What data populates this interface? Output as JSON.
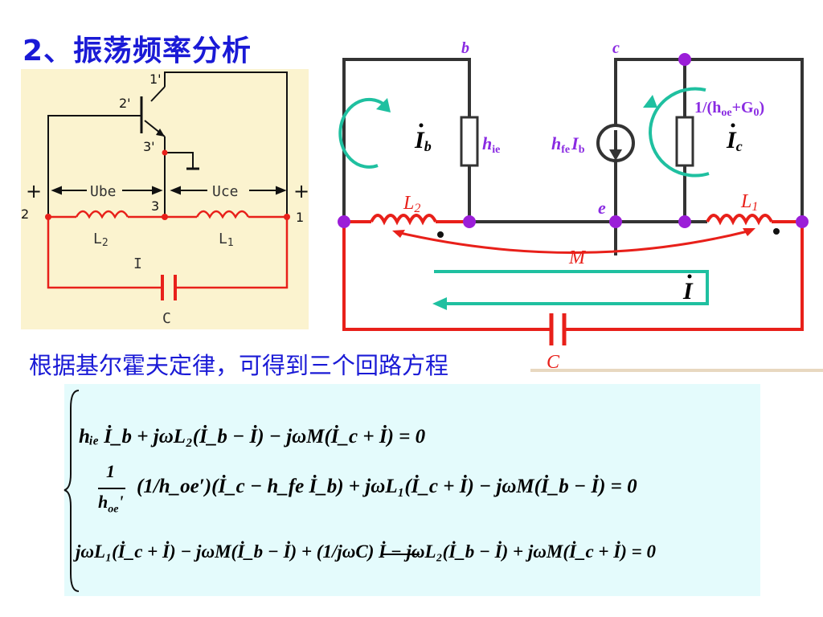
{
  "title": "2、振荡频率分析",
  "subtitle": "根据基尔霍夫定律，可得到三个回路方程",
  "left_circuit": {
    "pin_1p": "1'",
    "pin_2p": "2'",
    "pin_3p": "3'",
    "node_2": "2",
    "node_3": "3",
    "node_1": "1",
    "plus_left": "+",
    "plus_right": "+",
    "ube": "Ube",
    "uce": "Uce",
    "l2": "L",
    "l2_sub": "2",
    "l1": "L",
    "l1_sub": "1",
    "current": "I",
    "cap": "C"
  },
  "right_circuit": {
    "node_b": "b",
    "node_c": "c",
    "node_e": "e",
    "hie": "h",
    "hie_sub": "ie",
    "hfe": "h",
    "hfe_sub": "fe",
    "hfe_ib": "I",
    "hfe_ib_sub": "b",
    "hoe_label": "1/(h",
    "hoe_sub": "oe",
    "hoe_rest": "+G",
    "hoe_sub2": "0",
    "hoe_close": ")",
    "ib": "I",
    "ib_sub": "b",
    "ic": "I",
    "ic_sub": "c",
    "i": "I",
    "l2": "L",
    "l2_sub": "2",
    "l1": "L",
    "l1_sub": "1",
    "m": "M",
    "cap": "C"
  },
  "equations": {
    "eq1": "hᵢₑ İ_b + jωL₂(İ_b − İ) − jωM(İ_c + İ) = 0",
    "eq2": "(1/h_oe′)(İ_c − h_fe İ_b) + jωL₁(İ_c + İ) − jωM(İ_b − İ) = 0",
    "eq3": "jωL₁(İ_c + İ) − jωM(İ_b − İ) + (1/jωC) İ − jωL₂(İ_b − İ) + jωM(İ_c + İ) = 0",
    "frac_num": "1",
    "frac_den": "h",
    "frac_den_sub": "oe",
    "frac_den_prime": "'"
  },
  "colors": {
    "title_blue": "#1a1ad6",
    "wire_red": "#e8201a",
    "node_purple": "#9b1ed8",
    "loop_teal": "#1fc0a0",
    "label_purple": "#8a2be2",
    "panel_bg": "#fbf3cf",
    "eq_bg": "#e4fbfc"
  }
}
